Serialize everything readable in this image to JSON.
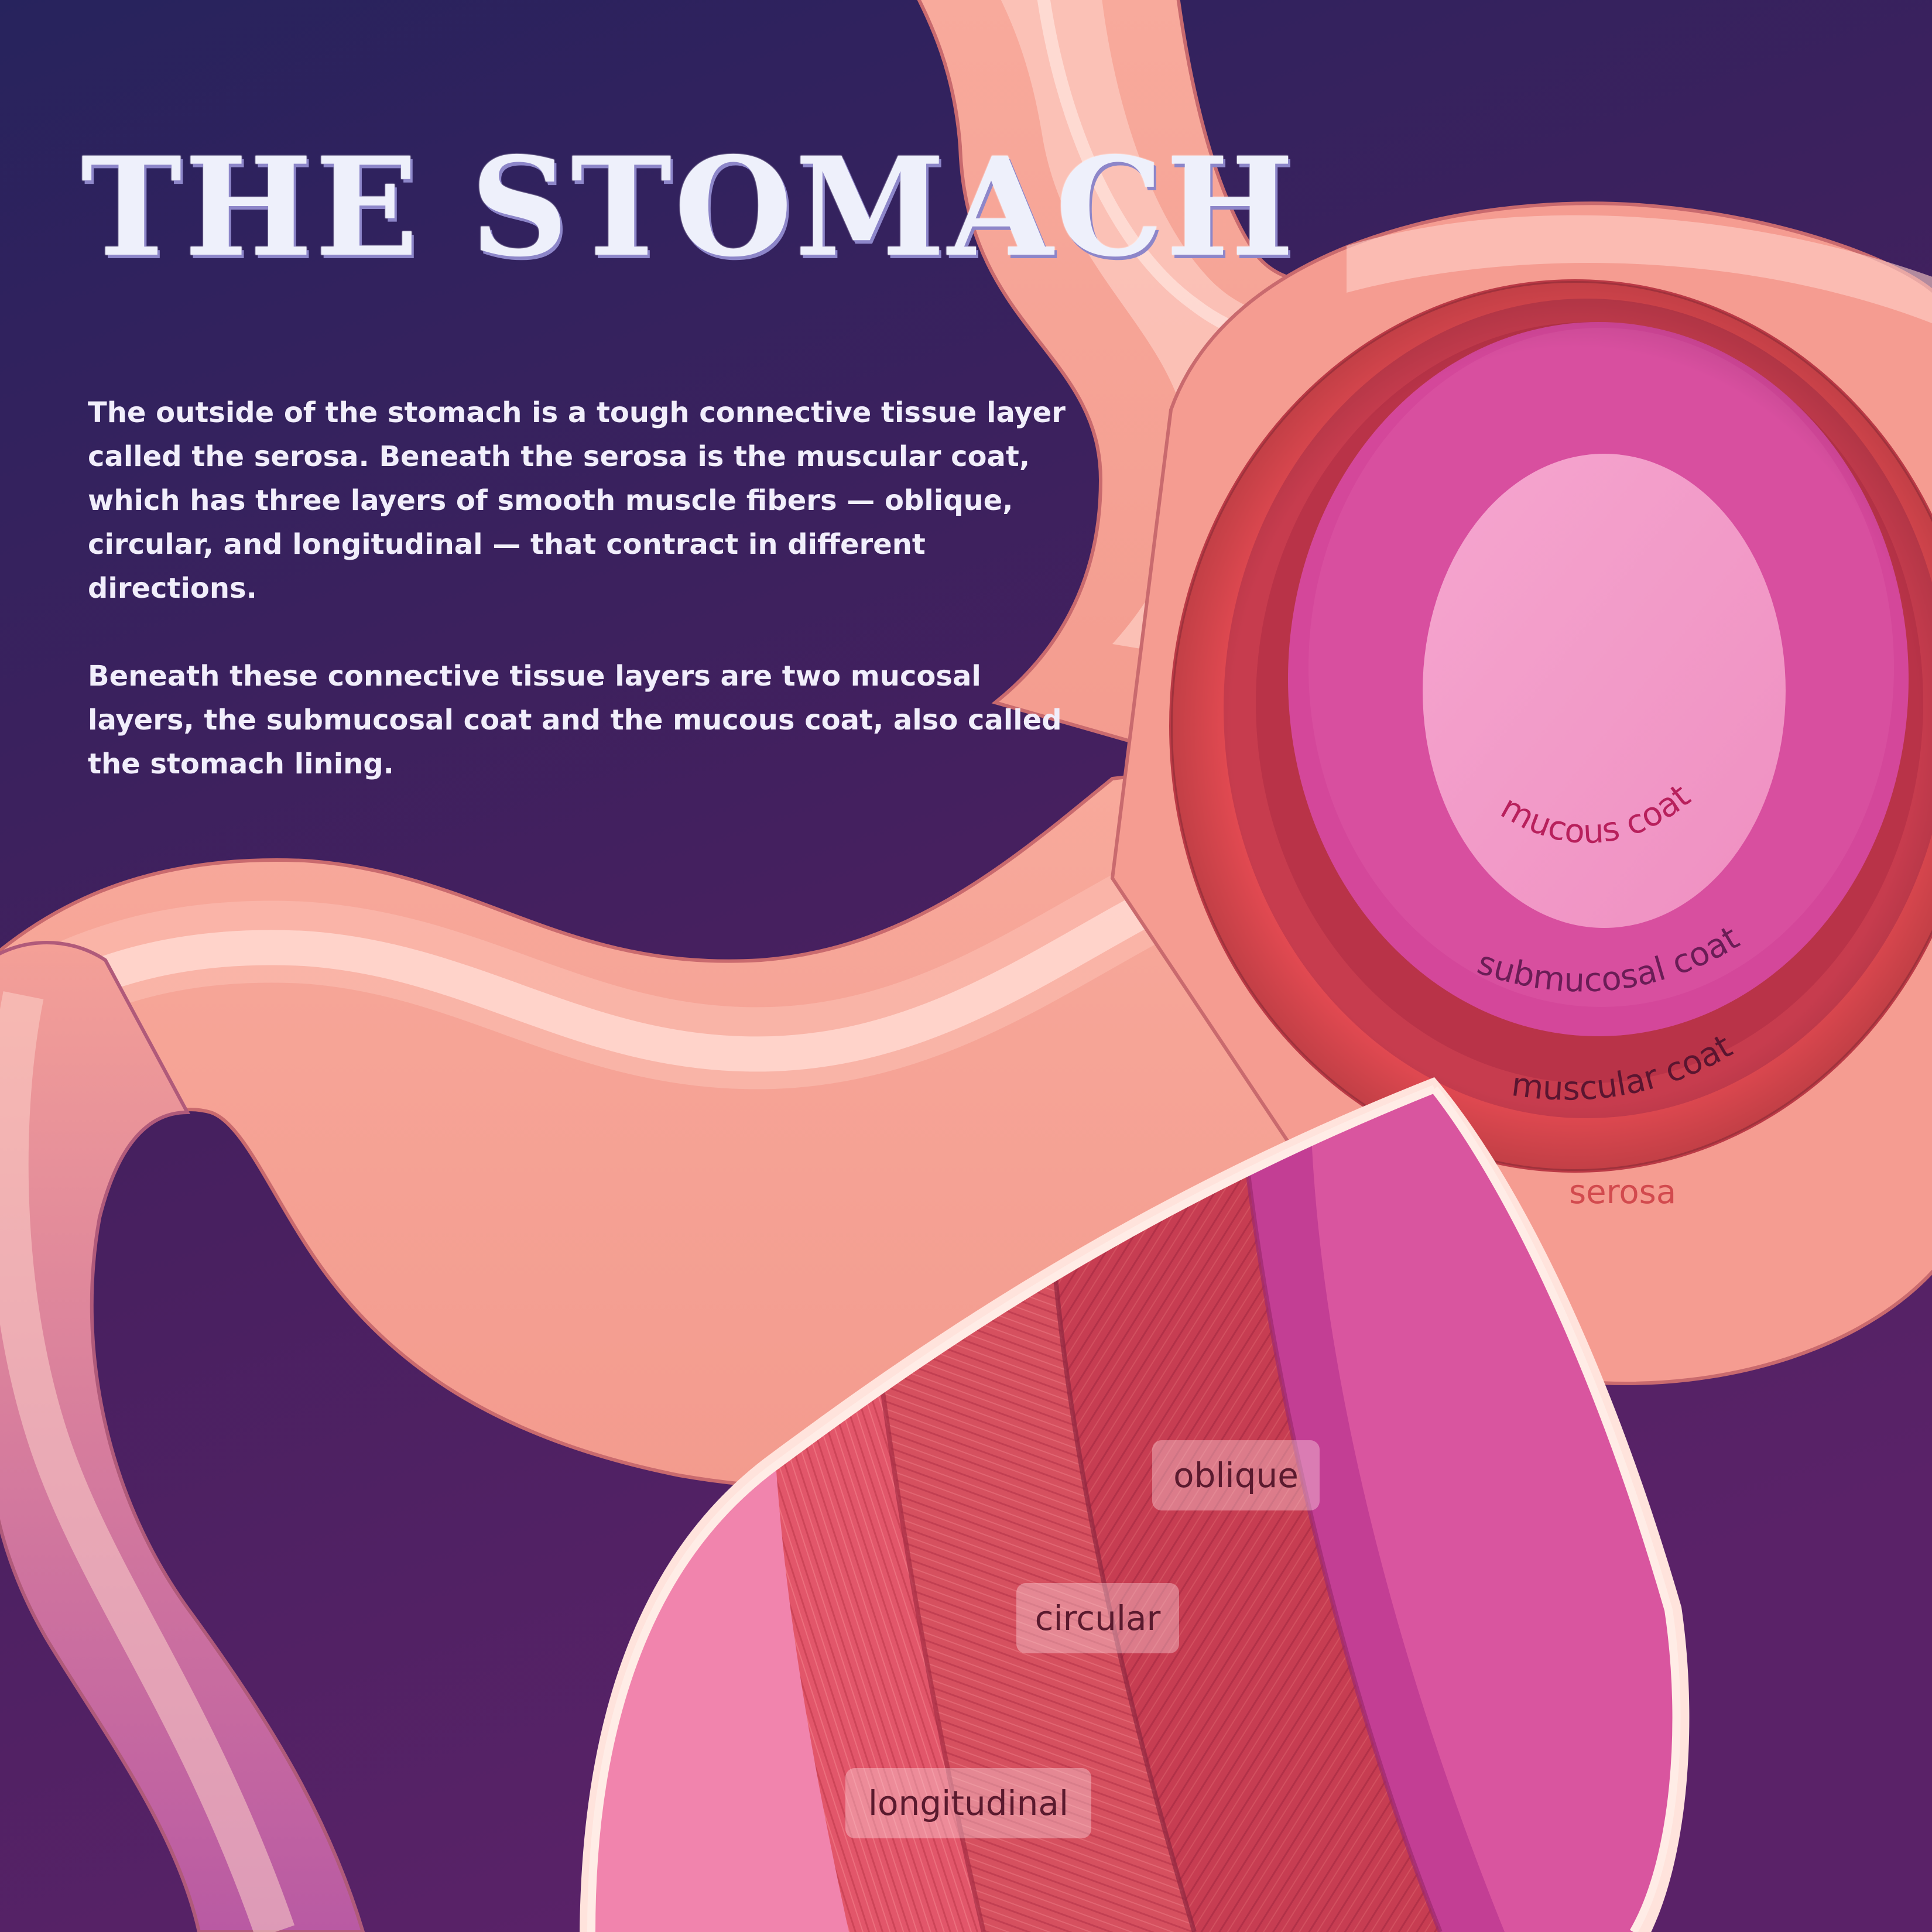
{
  "title": "THE STOMACH",
  "description": [
    "The outside of the stomach is a tough connective tissue layer called the serosa. Beneath the serosa is the muscular coat, which has three layers of smooth muscle fibers — oblique, circular, and longitudinal — that contract in different directions.",
    "Beneath these connective tissue layers are two mucosal layers, the submucosal coat and the mucous coat, also called the stomach lining."
  ],
  "layer_labels": {
    "mucous": "mucous coat",
    "submucosal": "submucosal coat",
    "muscular": "muscular coat",
    "serosa": "serosa"
  },
  "muscle_labels": {
    "oblique": "oblique",
    "circular": "circular",
    "longitudinal": "longitudinal"
  },
  "colors": {
    "background": "#2a2260",
    "stomach_outer": "#f6a699",
    "stomach_inner": "#ffd4cc",
    "serosa": "#e0454f",
    "muscular": "#c3374d",
    "submucosal": "#d8489a",
    "mucous": "#f298c6",
    "title": "#eef0fb"
  }
}
